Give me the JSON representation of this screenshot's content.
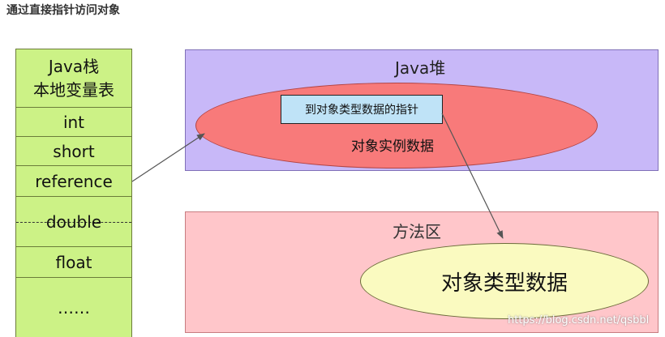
{
  "title": "通过直接指针访问对象",
  "stack": {
    "header_line1": "Java栈",
    "header_line2": "本地变量表",
    "items": [
      "int",
      "short",
      "reference",
      "double",
      "float",
      "……"
    ]
  },
  "heap": {
    "title": "Java堆",
    "pointer_label": "到对象类型数据的指针",
    "instance_label": "对象实例数据"
  },
  "method_area": {
    "title": "方法区",
    "type_data_label": "对象类型数据"
  },
  "watermark": "https://blog.csdn.net/qsbbl",
  "colors": {
    "stack_fill": "#ccf286",
    "heap_fill": "#c8b8f8",
    "instance_ellipse": "#f87a7a",
    "pointer_box": "#bfe3f7",
    "method_area_fill": "#ffc6ca",
    "type_ellipse": "#fafac0"
  }
}
